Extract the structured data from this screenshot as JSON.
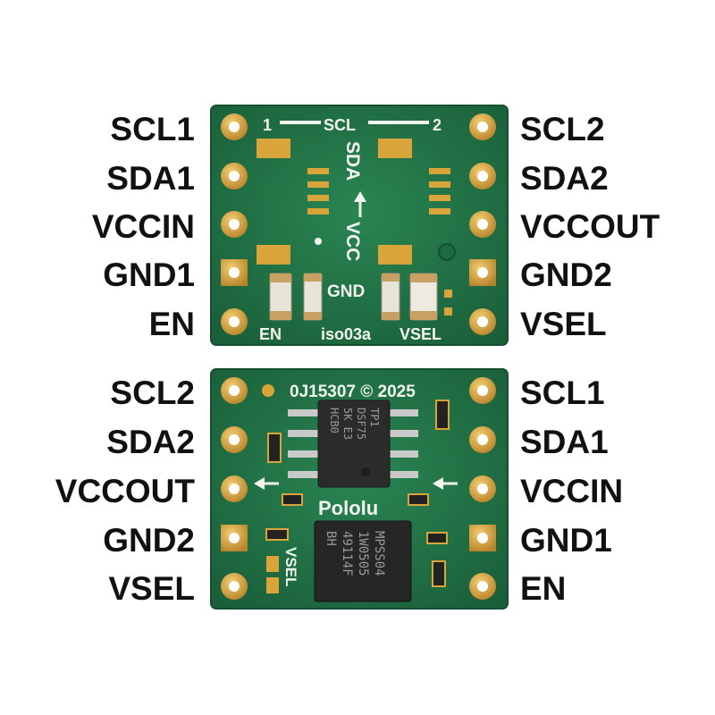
{
  "colors": {
    "pcb": "#1f6e44",
    "pcb_edge": "#175a37",
    "gold": "#d9a43a",
    "silk": "#f2f5ee",
    "chip": "#2a2a2a"
  },
  "top_board": {
    "left_pins": [
      "SCL1",
      "SDA1",
      "VCCIN",
      "GND1",
      "EN"
    ],
    "right_pins": [
      "SCL2",
      "SDA2",
      "VCCOUT",
      "GND2",
      "VSEL"
    ],
    "silkscreen": {
      "pin1": "1",
      "scl": "SCL",
      "pin2": "2",
      "sda": "SDA",
      "vcc": "VCC",
      "gnd": "GND",
      "en": "EN",
      "model": "iso03a",
      "vsel": "VSEL"
    }
  },
  "bottom_board": {
    "left_pins": [
      "SCL2",
      "SDA2",
      "VCCOUT",
      "GND2",
      "VSEL"
    ],
    "right_pins": [
      "SCL1",
      "SDA1",
      "VCCIN",
      "GND1",
      "EN"
    ],
    "silkscreen": {
      "header": "0J15307 © 2025",
      "brand": "Pololu",
      "vsel": "VSEL"
    },
    "chip_upper_lines": [
      "TP1",
      "DSF75",
      "5K E3",
      "HCB0"
    ],
    "chip_lower_lines": [
      "MPSS04",
      "1W0505",
      "49114F",
      "BH"
    ]
  }
}
